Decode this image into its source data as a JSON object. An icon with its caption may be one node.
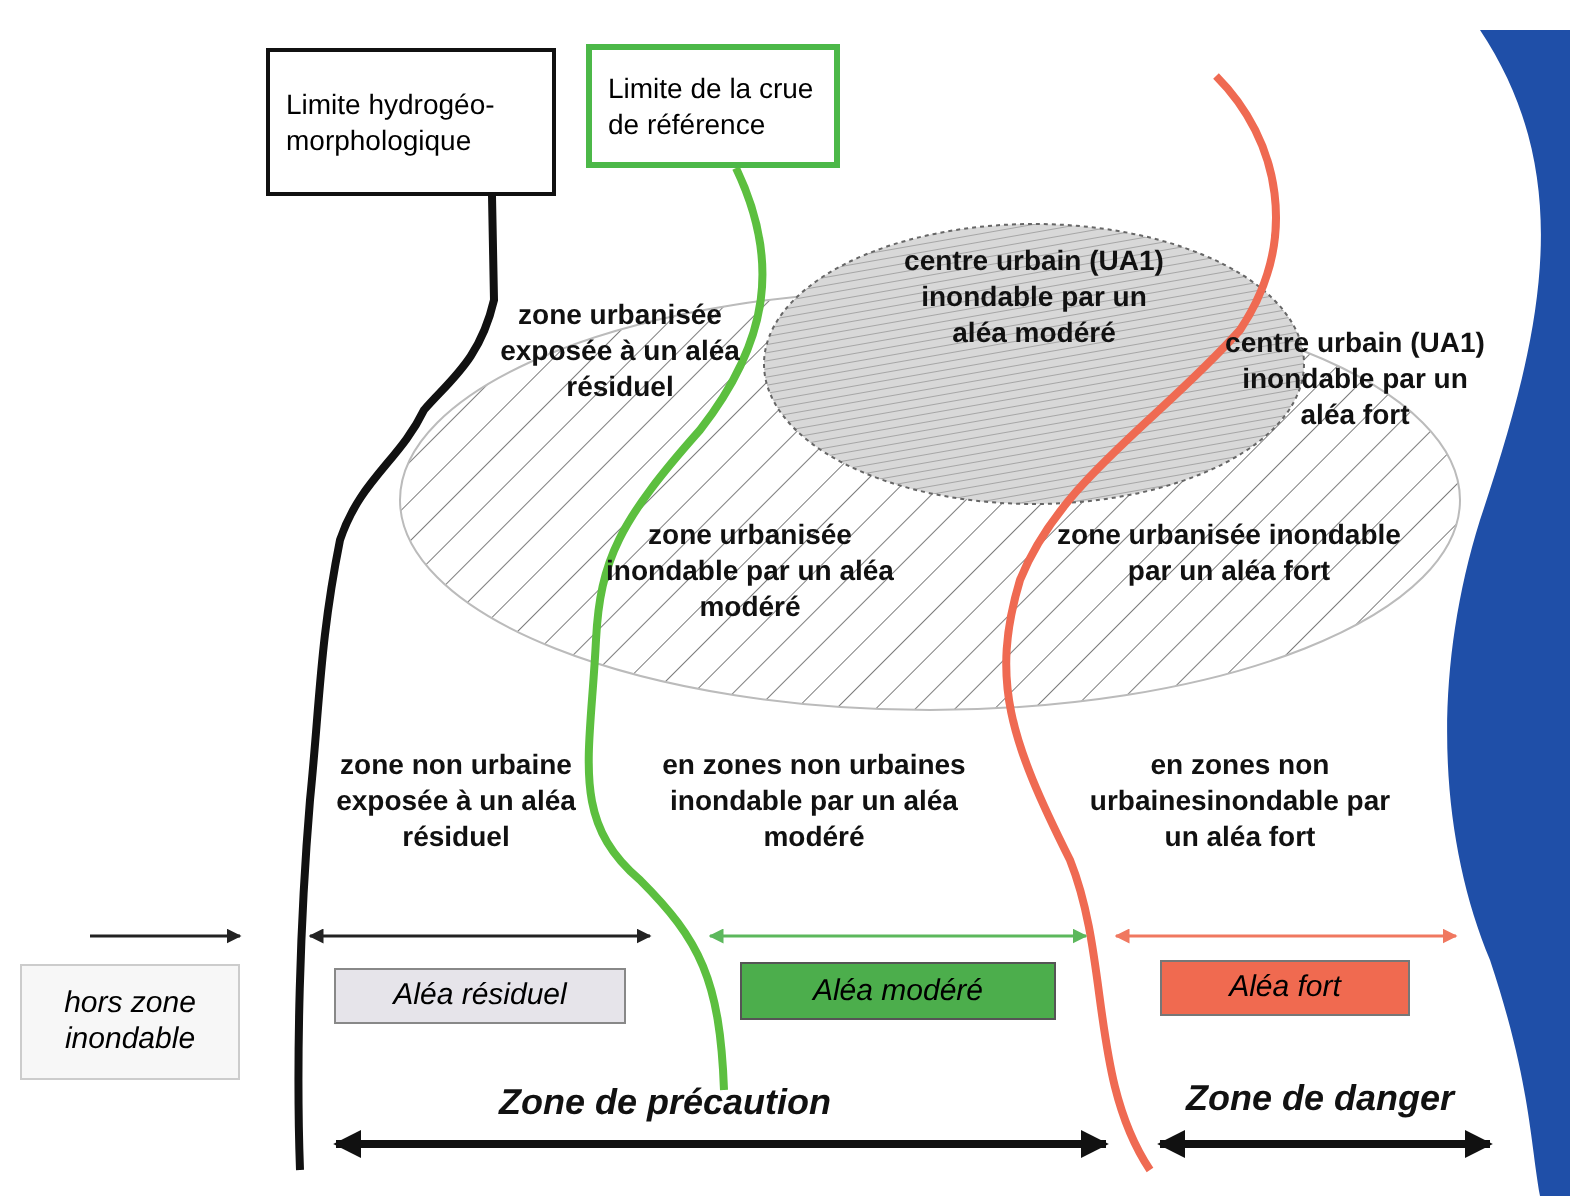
{
  "diagram": {
    "nodes": [
      {
        "text": [
          "Limite hydrogéo-morphologique"
        ]
      },
      {
        "text": [
          "Limite de la crue de référence"
        ]
      },
      {
        "text": [
          "hors zone inondable"
        ]
      },
      {
        "text": [
          "Aléa résiduel"
        ]
      },
      {
        "text": [
          "Aléa modéré"
        ]
      },
      {
        "text": [
          "Aléa fort"
        ]
      }
    ],
    "labels": [
      "zone urbanisée exposée à un aléa résiduel",
      "centre urbain (UA1) inondable par un aléa modéré",
      "centre urbain (UA1) inondable par un aléa fort",
      "zone urbanisée inondable par un aléa modéré",
      "zone urbanisée inondable par un aléa fort",
      "zone non urbaine exposée à un aléa résiduel",
      "en zones non urbaines inondable par un aléa modéré",
      "en zones non urbainesinondable par un aléa fort",
      "Zone de précaution",
      "Zone de danger"
    ]
  }
}
